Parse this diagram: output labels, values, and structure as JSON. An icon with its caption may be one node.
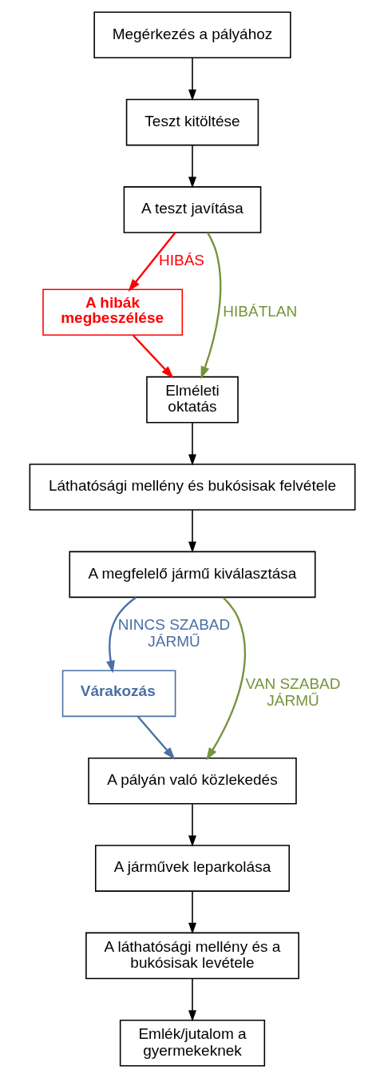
{
  "diagram": {
    "nodes": [
      {
        "text": [
          "Megérkezés a pályához"
        ]
      },
      {
        "text": [
          "Teszt kitöltése"
        ]
      },
      {
        "text": [
          "A teszt javítása"
        ]
      },
      {
        "text": [
          "A hibák megbeszélése"
        ]
      },
      {
        "text": [
          "Elméleti oktatás"
        ]
      },
      {
        "text": [
          "Láthatósági mellény és bukósisak felvétele"
        ]
      },
      {
        "text": [
          "A megfelelő jármű kiválasztása"
        ]
      },
      {
        "text": [
          "Várakozás"
        ]
      },
      {
        "text": [
          "A pályán való közlekedés"
        ]
      },
      {
        "text": [
          "A járművek leparkolása"
        ]
      },
      {
        "text": [
          "A láthatósági mellény és a bukósisak levétele"
        ]
      },
      {
        "text": [
          "Emlék/jutalom a gyermekeknek"
        ]
      }
    ],
    "edges": [
      {
        "from": 0,
        "to": 1,
        "arrow": "to"
      },
      {
        "from": 1,
        "to": 2,
        "arrow": "to"
      },
      {
        "from": 2,
        "to": 4,
        "arrow": "to",
        "label": "HIBÁTLAN",
        "color": "#77933c"
      },
      {
        "from": 2,
        "to": 3,
        "arrow": "to",
        "label": "HIBÁS",
        "color": "#ff0000"
      },
      {
        "from": 3,
        "to": 4,
        "arrow": "to",
        "color": "#ff0000"
      },
      {
        "from": 4,
        "to": 5,
        "arrow": "to"
      },
      {
        "from": 5,
        "to": 6,
        "arrow": "to"
      },
      {
        "from": 6,
        "to": 8,
        "arrow": "to",
        "label": "VAN SZABAD JÁRMŰ",
        "color": "#77933c"
      },
      {
        "from": 6,
        "to": 7,
        "arrow": "to",
        "label": "NINCS SZABAD JÁRMŰ",
        "color": "#4a6fa5"
      },
      {
        "from": 7,
        "to": 8,
        "arrow": "to",
        "color": "#4a6fa5"
      },
      {
        "from": 8,
        "to": 9,
        "arrow": "to"
      },
      {
        "from": 9,
        "to": 10,
        "arrow": "to"
      },
      {
        "from": 10,
        "to": 11,
        "arrow": "to"
      }
    ]
  }
}
